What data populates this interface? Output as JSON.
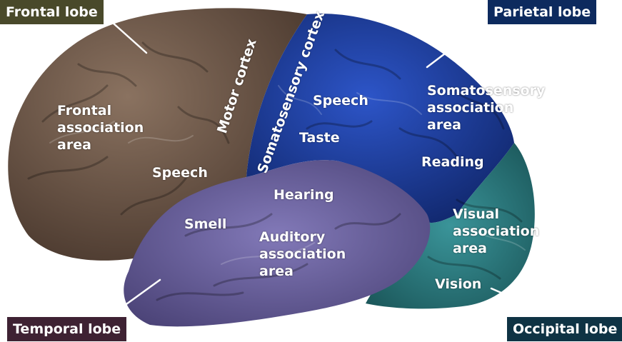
{
  "lobes": {
    "frontal": "Frontal lobe",
    "parietal": "Parietal lobe",
    "temporal": "Temporal lobe",
    "occipital": "Occipital lobe"
  },
  "areas": {
    "motor_cortex": "Motor cortex",
    "somatosensory_cortex": "Somatosensory cortex",
    "frontal_association": [
      "Frontal",
      "association",
      "area"
    ],
    "speech_frontal": "Speech",
    "speech_parietal": "Speech",
    "taste": "Taste",
    "somatosensory_association": [
      "Somatosensory",
      "association",
      "area"
    ],
    "reading": "Reading",
    "hearing": "Hearing",
    "smell": "Smell",
    "auditory_association": [
      "Auditory",
      "association",
      "area"
    ],
    "visual_association": [
      "Visual",
      "association",
      "area"
    ],
    "vision": "Vision"
  },
  "colors": {
    "frontal": "#6e5848",
    "parietal": "#1f3f9c",
    "temporal": "#6e64a0",
    "occipital": "#2b7c80",
    "frontal_tag": "#49492a",
    "parietal_tag": "#0d2a5e",
    "temporal_tag": "#3e2233",
    "occipital_tag": "#0f3344"
  }
}
